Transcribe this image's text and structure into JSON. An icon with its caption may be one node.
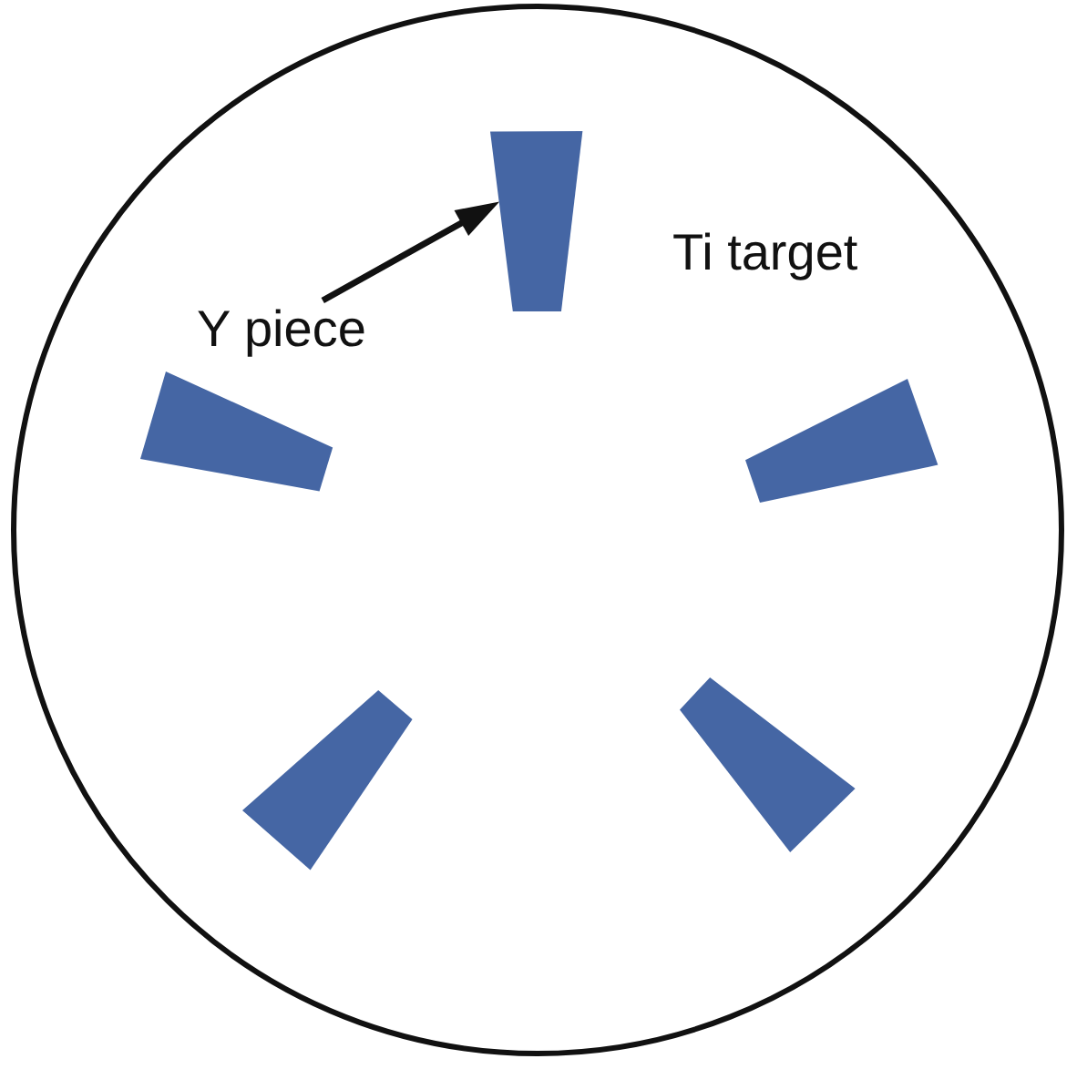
{
  "diagram": {
    "nodes": [
      {
        "text": [
          "Ti target"
        ]
      },
      {
        "text": [],
        "shape": "box",
        "in": 0
      },
      {
        "text": [
          "Y piece"
        ],
        "in": 0
      },
      {
        "text": [],
        "shape": "box",
        "in": 0
      },
      {
        "text": [],
        "shape": "box",
        "in": 0
      },
      {
        "text": [],
        "shape": "box",
        "in": 0
      },
      {
        "text": [],
        "shape": "box",
        "in": 0
      }
    ],
    "edges": [
      {
        "from": 2,
        "to": 1,
        "arrow": "to"
      }
    ]
  }
}
